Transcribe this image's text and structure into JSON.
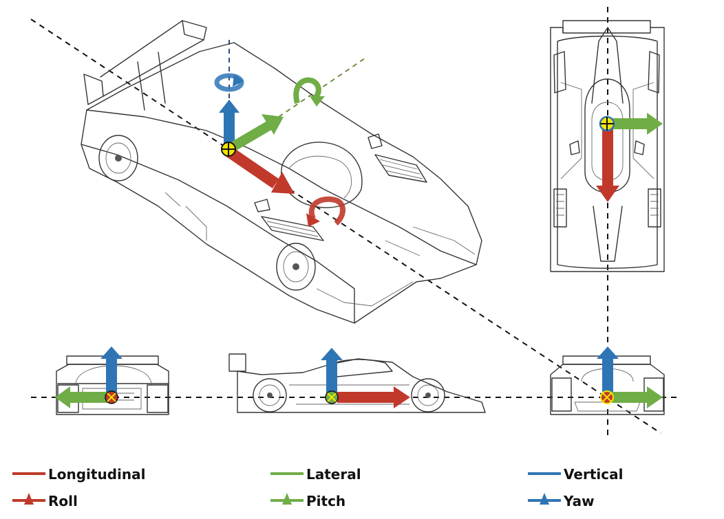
{
  "colors": {
    "longitudinal": "#c0392b",
    "lateral": "#70ad47",
    "vertical": "#2e75b6",
    "center_fill": "#f2e600"
  },
  "legend": {
    "longitudinal": "Longitudinal",
    "lateral": "Lateral",
    "vertical": "Vertical",
    "roll": "Roll",
    "pitch": "Pitch",
    "yaw": "Yaw"
  }
}
